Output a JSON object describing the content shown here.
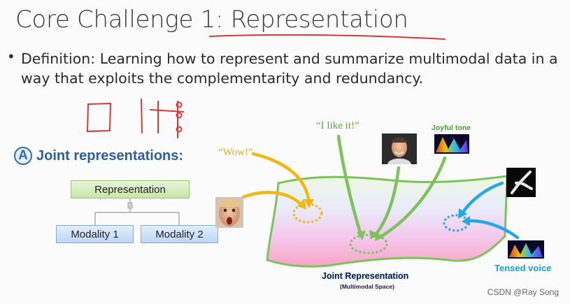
{
  "title": "Core Challenge 1: Representation",
  "bullet": {
    "text": "Definition: Learning how to represent and summarize multimodal data in a way that exploits the complementarity and redundancy."
  },
  "section": {
    "badge": "A",
    "heading": "Joint representations:"
  },
  "diagram": {
    "representation_label": "Representation",
    "modality_1_label": "Modality 1",
    "modality_2_label": "Modality 2"
  },
  "illustration": {
    "wow_quote": "“Wow!”",
    "like_quote": "“I like it!”",
    "joyful_label": "Joyful tone",
    "tensed_label": "Tensed voice",
    "joint_rep_label": "Joint Representation",
    "space_label": "(Multimodal Space)"
  },
  "watermark": "CSDN @Ray Song",
  "colors": {
    "yellow": "#f3b714",
    "green": "#7dc35b",
    "blue": "#26a8e6",
    "annotation_red": "#d63a3a",
    "heading_blue": "#2d5f9e"
  }
}
